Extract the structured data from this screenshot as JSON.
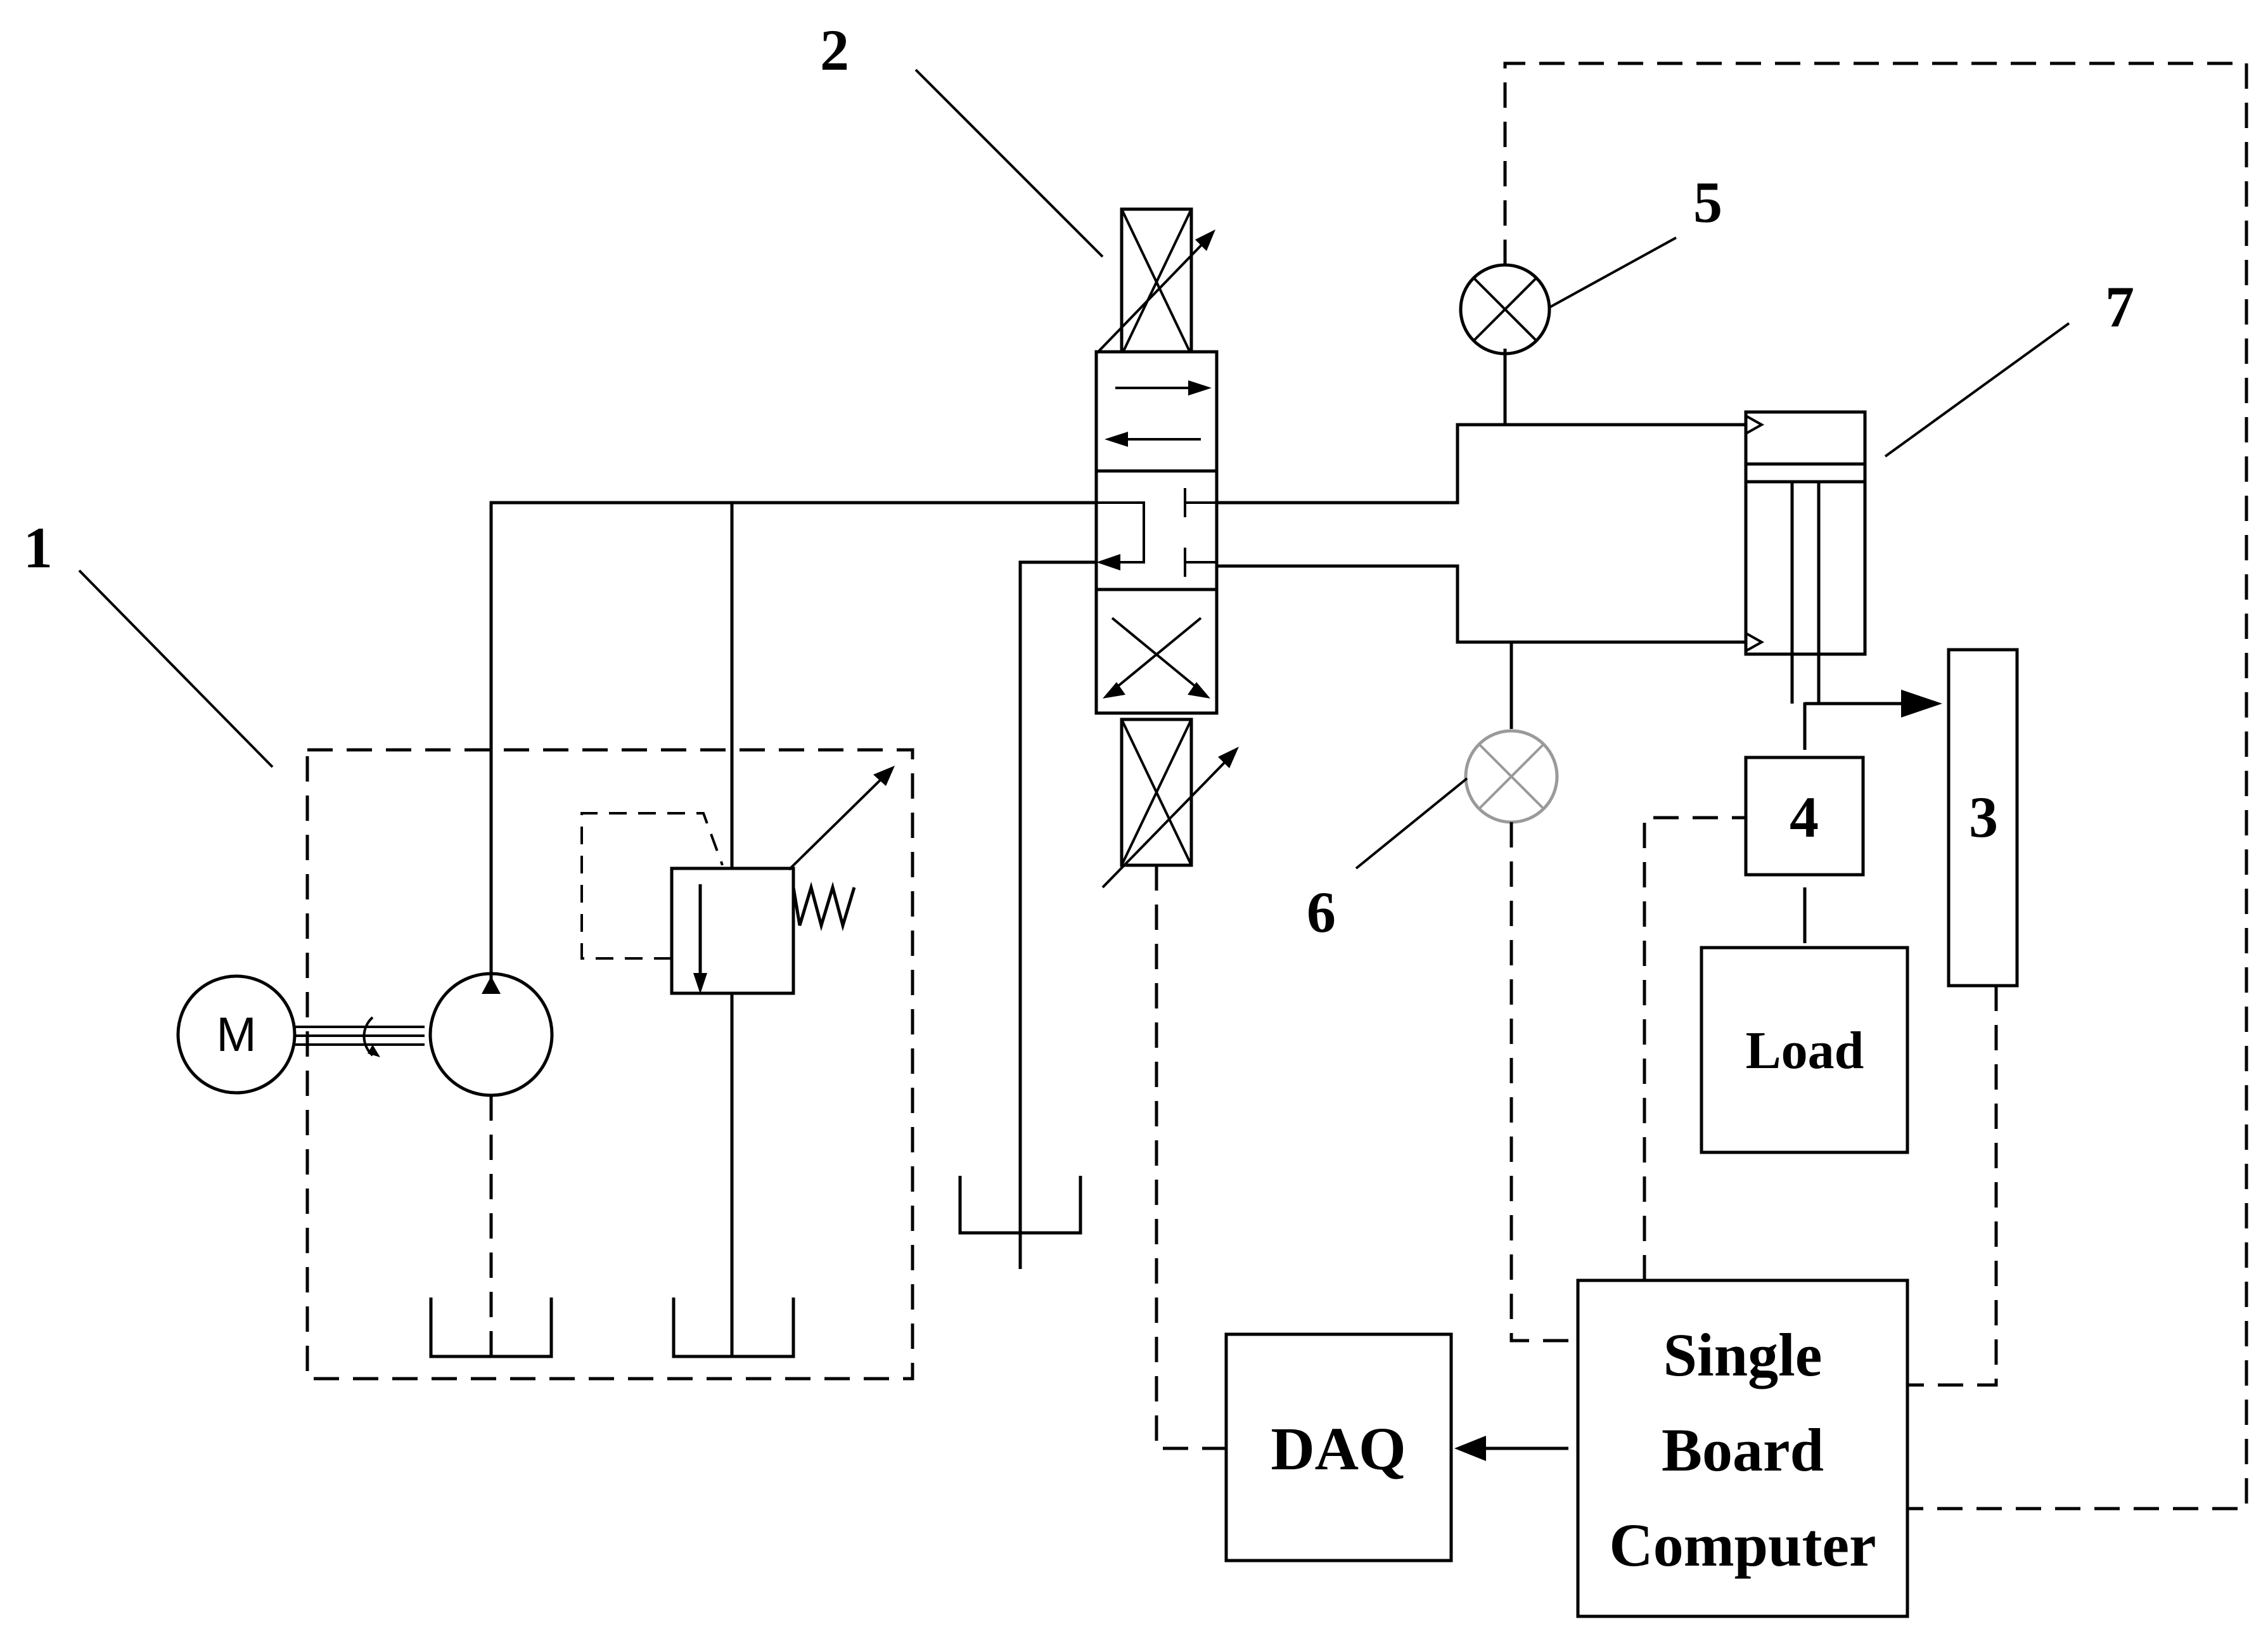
{
  "callouts": [
    "1",
    "2",
    "3",
    "4",
    "5",
    "6",
    "7"
  ],
  "motor": {
    "label": "M"
  },
  "load": {
    "label": "Load"
  },
  "daq": {
    "label": "DAQ"
  },
  "computer": {
    "lines": [
      "Single",
      "Board",
      "Computer"
    ]
  },
  "colors": {
    "line": "#000000",
    "gauge_faded": "#9a9a9a",
    "background": "#ffffff"
  }
}
